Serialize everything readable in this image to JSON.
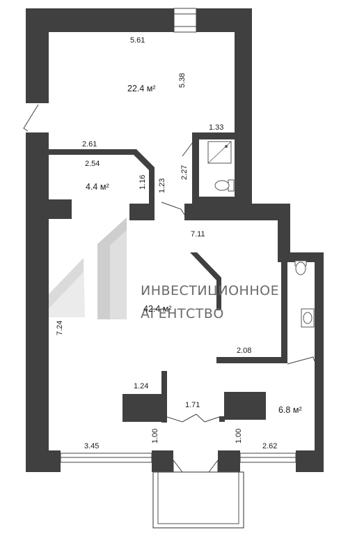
{
  "rooms": [
    {
      "id": "main-room",
      "area": "22.4 м²"
    },
    {
      "id": "small-room",
      "area": "4.4 м²"
    },
    {
      "id": "hall",
      "area": "42.4 м²"
    },
    {
      "id": "right-room",
      "area": "6.8 м²"
    }
  ],
  "dimensions": {
    "top_width": "5.61",
    "top_height": "5.38",
    "bath_width": "1.33",
    "bath_height": "2.27",
    "small_top": "2.61",
    "small_inner": "2.54",
    "small_side": "1.16",
    "corridor": "1.23",
    "hall_width": "7.11",
    "hall_height": "7.24",
    "partition": "2.08",
    "column_left": "1.24",
    "entrance": "1.71",
    "pillar_left": "1.00",
    "pillar_right": "1.00",
    "bottom_left": "3.45",
    "bottom_right": "2.62"
  },
  "watermark": {
    "logo": "41",
    "line1": "ИНВЕСТИЦИОННОЕ",
    "line2": "АГЕНТСТВО"
  }
}
